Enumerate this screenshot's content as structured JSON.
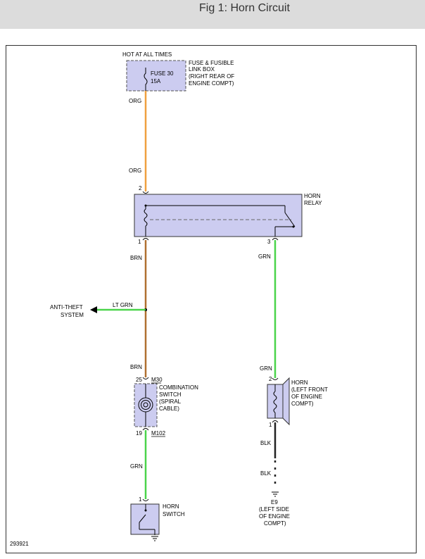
{
  "header": {
    "title": "Fig 1: Horn Circuit"
  },
  "colors": {
    "header_bg": "#dcdcdc",
    "org_wire": "#f0a040",
    "brn_wire": "#b07030",
    "grn_wire": "#4ad44a",
    "blk_wire": "#222222",
    "component_fill": "#ccccf0"
  },
  "fuse_box": {
    "hot_label": "HOT AT ALL TIMES",
    "fuse_name": "FUSE 30",
    "fuse_rating": "15A",
    "desc_lines": [
      "FUSE & FUSIBLE",
      "LINK BOX",
      "(RIGHT REAR OF",
      "ENGINE COMPT)"
    ]
  },
  "wires": {
    "org_top": "ORG",
    "org_bottom": "ORG",
    "brn_upper": "BRN",
    "lt_grn": "LT GRN",
    "brn_lower": "BRN",
    "grn_relay": "GRN",
    "grn_horn": "GRN",
    "grn_switch": "GRN",
    "blk_upper": "BLK",
    "blk_lower": "BLK"
  },
  "horn_relay": {
    "label_lines": [
      "HORN",
      "RELAY"
    ],
    "pin_left_top": "2",
    "pin_left_bottom": "1",
    "pin_right": "3"
  },
  "anti_theft": {
    "label_lines": [
      "ANTI-THEFT",
      "SYSTEM"
    ]
  },
  "combination_switch": {
    "pin_top": "25",
    "connector_top": "M30",
    "pin_bottom": "19",
    "connector_bottom": "M102",
    "label_lines": [
      "COMBINATION",
      "SWITCH",
      "(SPIRAL",
      "CABLE)"
    ]
  },
  "horn": {
    "pin_top": "2",
    "pin_bottom": "1",
    "label_lines": [
      "HORN",
      "(LEFT FRONT",
      "OF ENGINE",
      "COMPT)"
    ]
  },
  "ground_e9": {
    "id": "E9",
    "label_lines": [
      "(LEFT SIDE",
      "OF ENGINE",
      "COMPT)"
    ]
  },
  "horn_switch": {
    "pin": "1",
    "label_lines": [
      "HORN",
      "SWITCH"
    ]
  },
  "figure_number": "293921"
}
